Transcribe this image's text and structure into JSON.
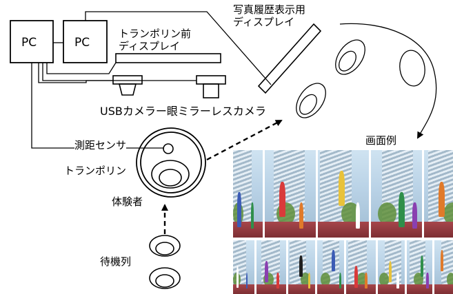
{
  "pc_left": "PC",
  "pc_right": "PC",
  "display_history": "写真履歴表示用\nディスプレイ",
  "display_front": "トランポリン前\nディスプレイ",
  "cameras": "USBカメラー眼ミラーレスカメラ",
  "distance_sensor": "測距センサ",
  "trampoline": "トランポリン",
  "participant": "体験者",
  "queue": "待機列",
  "screen_example": "画面例",
  "photo_colors": [
    "#3b5bb5",
    "#d93a3a",
    "#e8c23a",
    "#2f8f4a",
    "#e07a2a",
    "#ffffff",
    "#8a3fb0",
    "#1f1f1f"
  ]
}
